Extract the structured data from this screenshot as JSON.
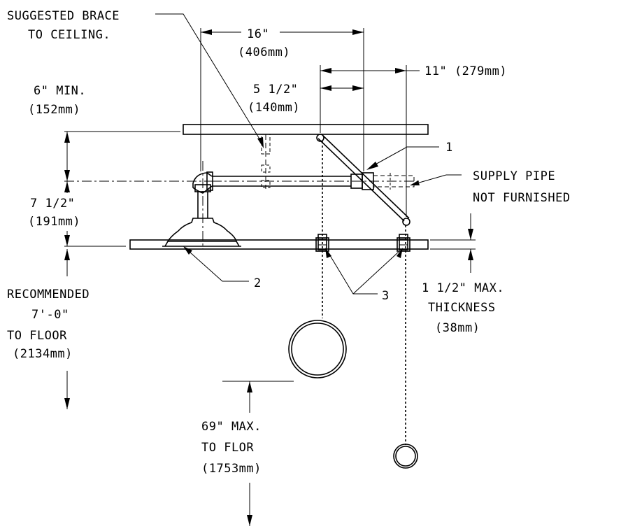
{
  "labels": {
    "brace_line1": "SUGGESTED BRACE",
    "brace_line2": "TO CEILING.",
    "dim_16_in": "16\"",
    "dim_16_mm": "(406mm)",
    "dim_11": "11\" (279mm)",
    "dim_5half_in": "5 1/2\"",
    "dim_5half_mm": "(140mm)",
    "dim_6min_in": "6\" MIN.",
    "dim_6min_mm": "(152mm)",
    "callout_1": "1",
    "supply_line1": "SUPPLY PIPE",
    "supply_line2": "NOT FURNISHED",
    "dim_7half_in": "7 1/2\"",
    "dim_7half_mm": "(191mm)",
    "callout_2": "2",
    "callout_3": "3",
    "thickness_line1": "1 1/2\" MAX.",
    "thickness_line2": "THICKNESS",
    "thickness_line3": "(38mm)",
    "floor_line1": "RECOMMENDED",
    "floor_line2": "7'-0\"",
    "floor_line3": "TO FLOOR",
    "floor_line4": "(2134mm)",
    "max69_line1": "69\" MAX.",
    "max69_line2": "TO FLOR",
    "max69_line3": "(1753mm)"
  }
}
